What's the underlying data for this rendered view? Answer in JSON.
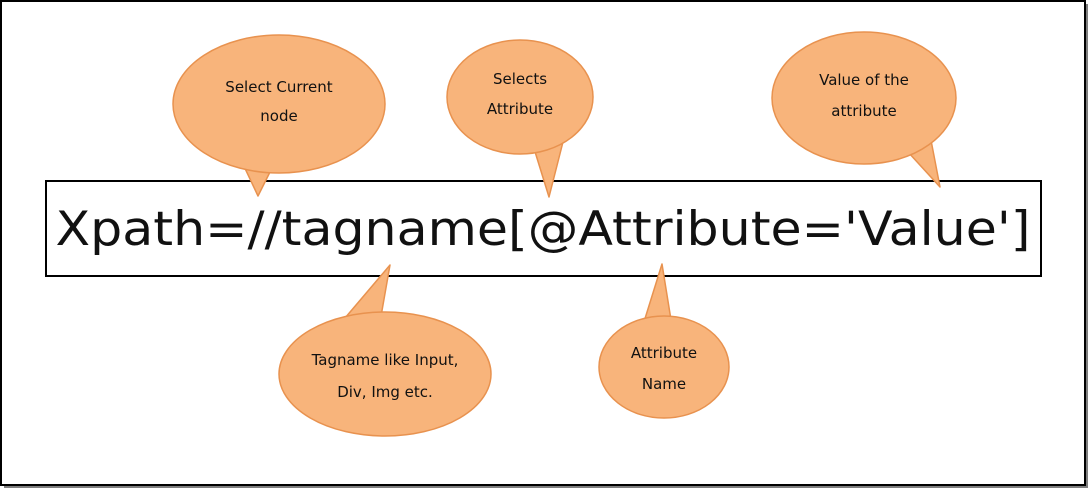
{
  "expression": {
    "text": "Xpath=//tagname[@Attribute='Value']"
  },
  "callouts": {
    "current_node": {
      "line1": "Select Current",
      "line2": "node"
    },
    "selects_attribute": {
      "line1": "Selects",
      "line2": "Attribute"
    },
    "attribute_value": {
      "line1": "Value of the",
      "line2": "attribute"
    },
    "tagname": {
      "line1": "Tagname like Input,",
      "line2": "Div, Img etc."
    },
    "attribute_name": {
      "line1": "Attribute",
      "line2": "Name"
    }
  },
  "colors": {
    "callout_fill": "#F8B47B",
    "callout_stroke": "#E8924F",
    "border": "#000000",
    "text": "#111111",
    "background": "#FFFFFF"
  }
}
